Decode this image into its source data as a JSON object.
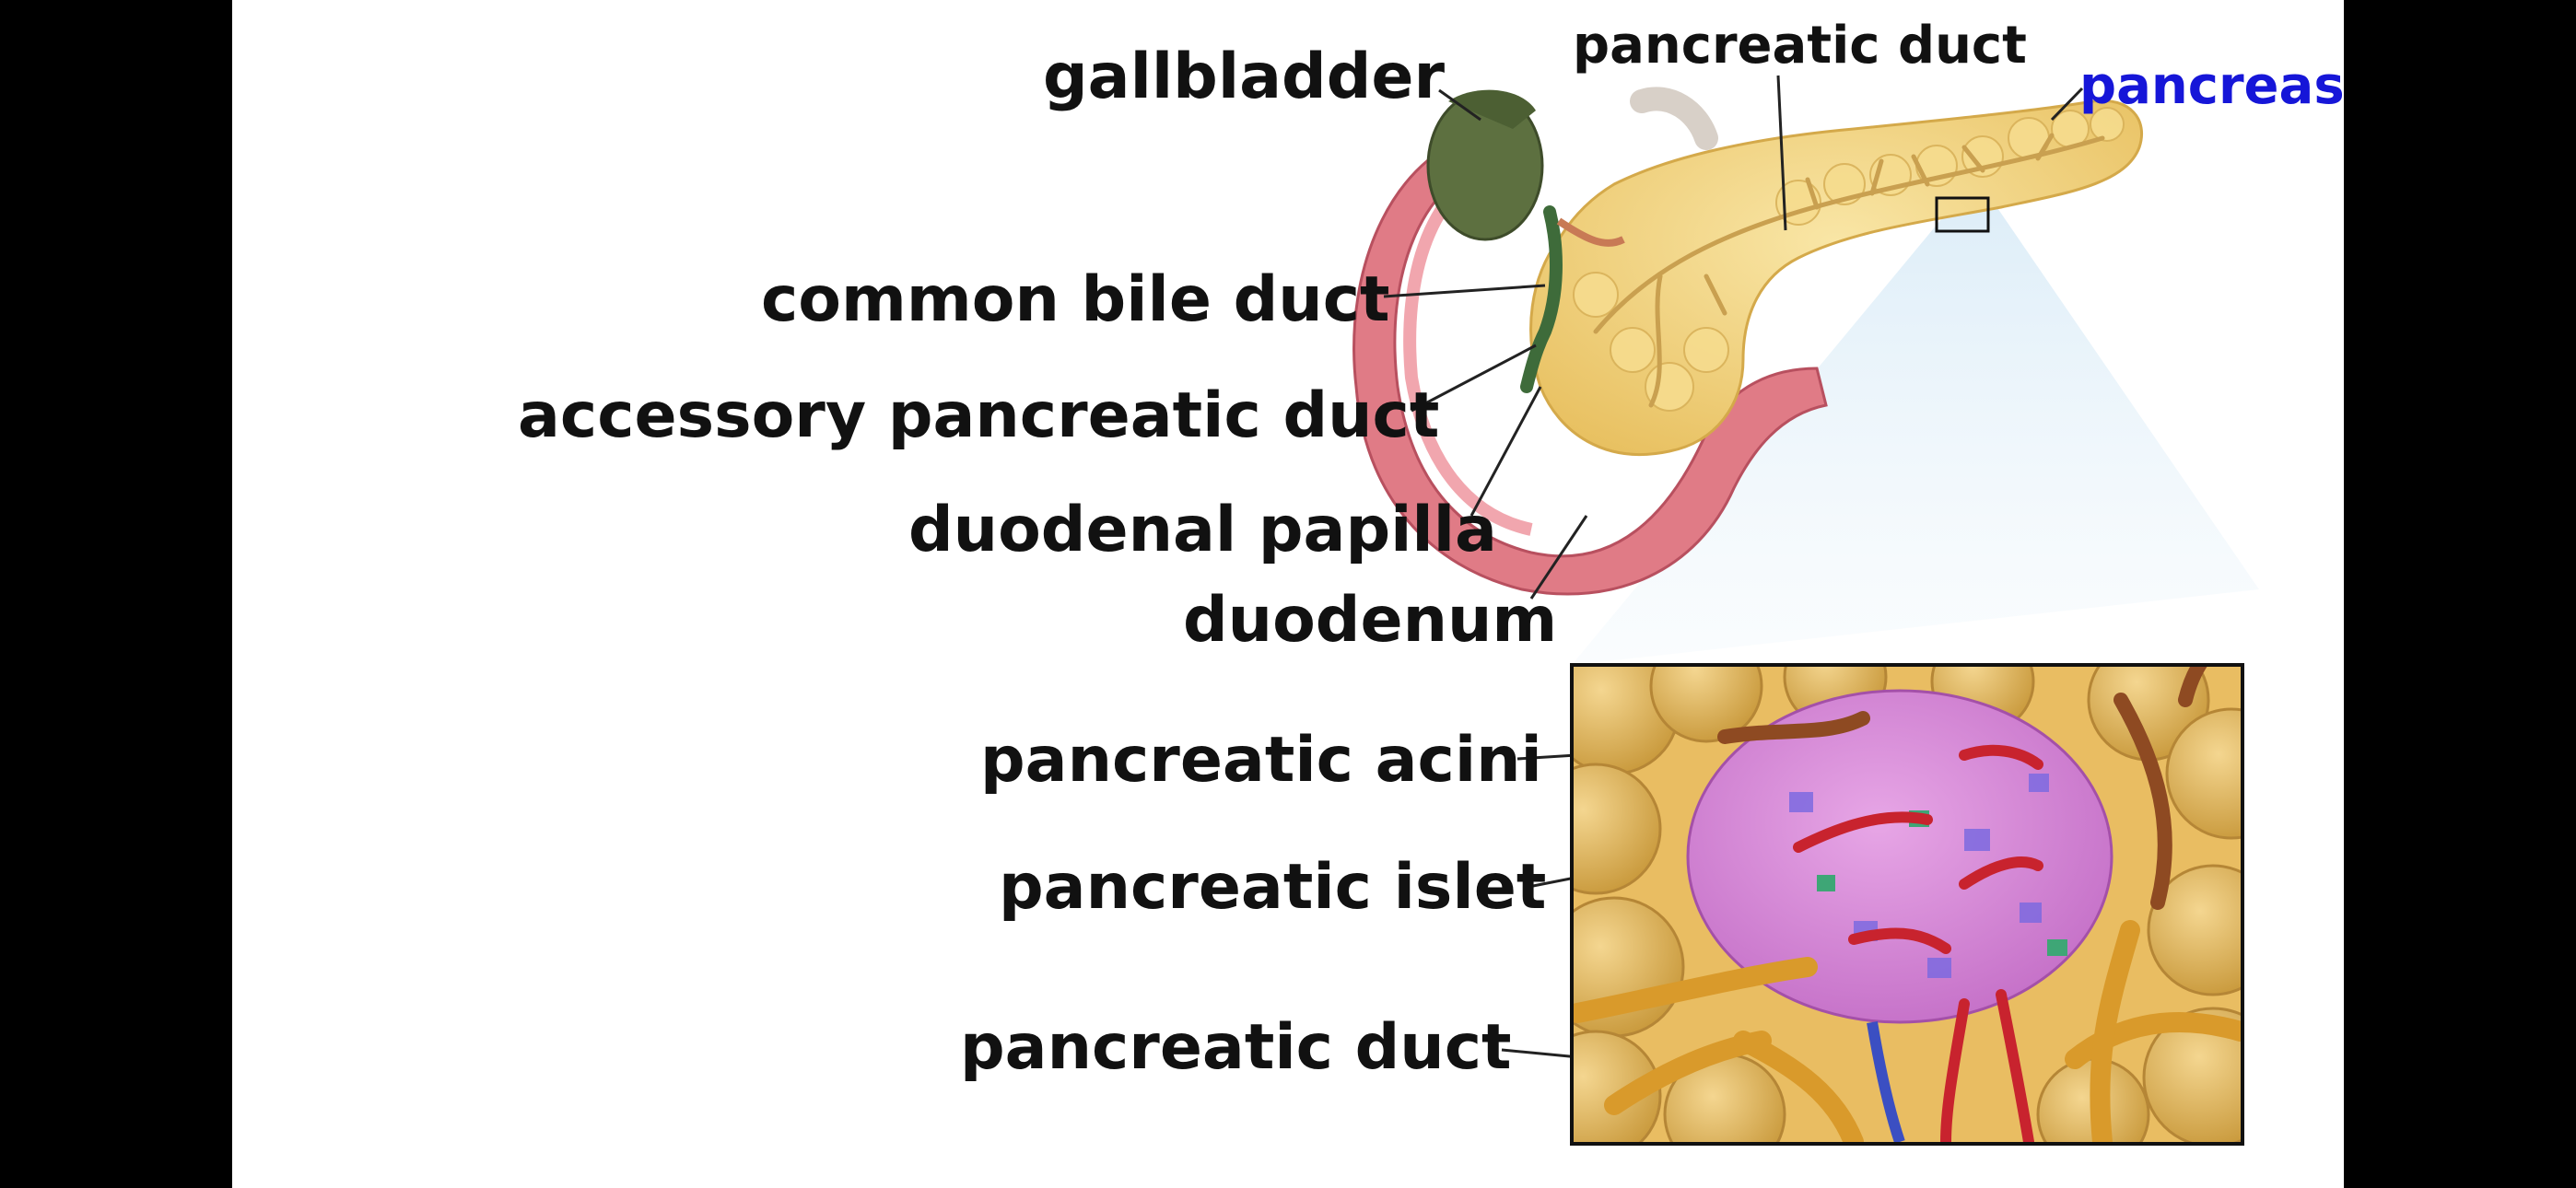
{
  "labels": {
    "gallbladder": "gallbladder",
    "pancreatic_duct_top": "pancreatic duct",
    "pancreas": "pancreas",
    "common_bile_duct": "common bile duct",
    "accessory_pancreatic_duct": "accessory pancreatic duct",
    "duodenal_papilla": "duodenal papilla",
    "duodenum": "duodenum",
    "pancreatic_acini": "pancreatic acini",
    "pancreatic_islet": "pancreatic islet",
    "pancreatic_duct_bottom": "pancreatic duct"
  },
  "colors": {
    "background": "#ffffff",
    "letterbox": "#000000",
    "label_text": "#111111",
    "highlight_label": "#1616d8",
    "pancreas": "#f2d37a",
    "duodenum": "#e07b86",
    "gallbladder": "#5d7040",
    "islet": "#d98ad8",
    "capillary": "#c8232e",
    "duct_tissue": "#d99a2b"
  }
}
